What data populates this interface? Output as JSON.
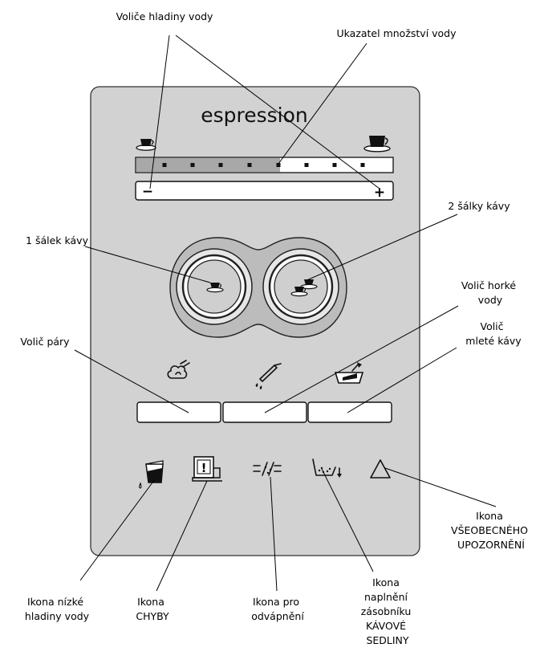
{
  "brand": "espression",
  "labels": {
    "water_level_selectors": "Voliče hladiny vody",
    "water_amount_indicator": "Ukazatel množství vody",
    "one_cup": "1 šálek kávy",
    "two_cups": "2 šálky kávy",
    "steam_selector": "Volič páry",
    "hot_water_selector": [
      "Volič horké",
      "vody"
    ],
    "ground_coffee_selector": [
      "Volič",
      "mleté kávy"
    ],
    "general_warning_icon": [
      "Ikona",
      "VŠEOBECNÉHO",
      "UPOZORNĚNÍ"
    ],
    "low_water_icon": [
      "Ikona nízké",
      "hladiny vody"
    ],
    "error_icon": [
      "Ikona",
      "CHYBY"
    ],
    "descale_icon": [
      "Ikona pro",
      "odvápnění"
    ],
    "grounds_container_icon": [
      "Ikona",
      "naplnění",
      "zásobníku",
      "KÁVOVÉ",
      "SEDLINY"
    ]
  },
  "slider": {
    "minus_symbol": "−",
    "plus_symbol": "+",
    "level_fraction": 0.56
  },
  "colors": {
    "panel": "#d2d2d2",
    "bar_filled": "#a8a8a8",
    "white": "#ffffff",
    "ink": "#111111"
  }
}
